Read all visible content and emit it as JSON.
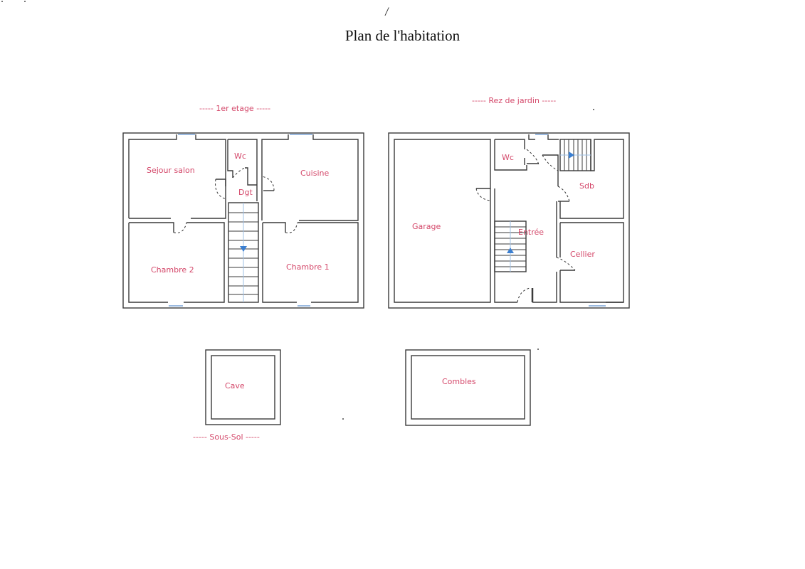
{
  "document": {
    "title": "Plan de l'habitation",
    "mark": "/"
  },
  "colors": {
    "wall": "#3a3a3a",
    "label": "#d4486a",
    "window": "#7aa3d6",
    "stair_arrow": "#3b7fd1"
  },
  "levels": {
    "premier_etage": {
      "label": "----- 1er etage -----",
      "rooms": [
        {
          "name": "Sejour salon"
        },
        {
          "name": "Wc"
        },
        {
          "name": "Cuisine"
        },
        {
          "name": "Dgt"
        },
        {
          "name": "Chambre 2"
        },
        {
          "name": "Chambre 1"
        }
      ]
    },
    "rez_de_jardin": {
      "label": "----- Rez de jardin -----",
      "rooms": [
        {
          "name": "Wc"
        },
        {
          "name": "Sdb"
        },
        {
          "name": "Garage"
        },
        {
          "name": "Entrée"
        },
        {
          "name": "Cellier"
        }
      ]
    },
    "sous_sol": {
      "label": "----- Sous-Sol -----",
      "rooms": [
        {
          "name": "Cave"
        }
      ]
    },
    "combles": {
      "rooms": [
        {
          "name": "Combles"
        }
      ]
    }
  }
}
